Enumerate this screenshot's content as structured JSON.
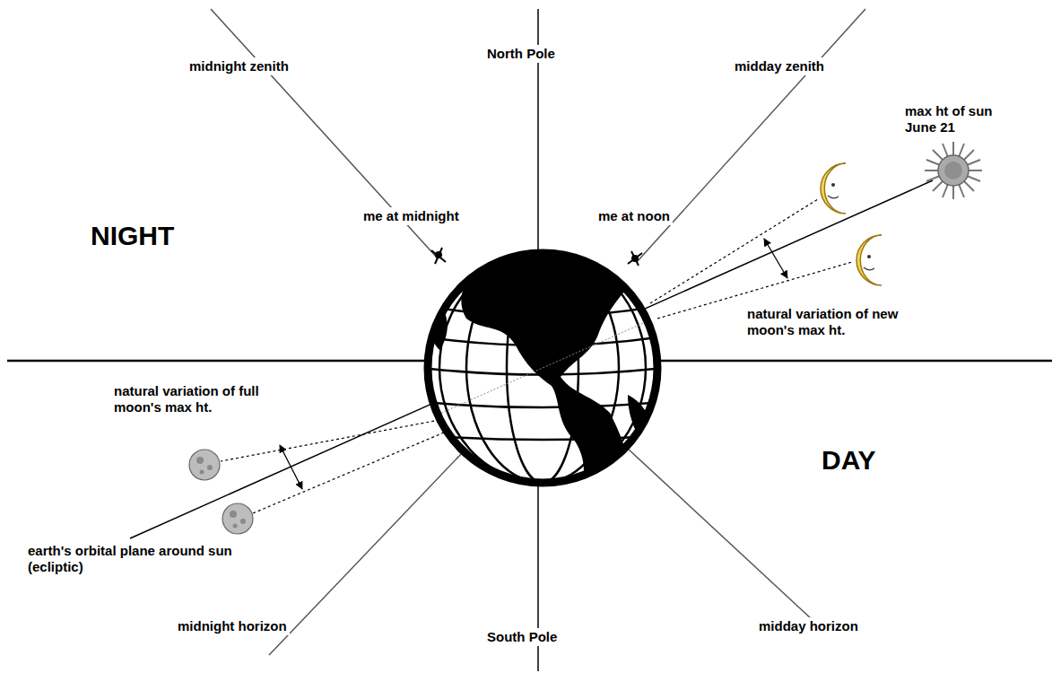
{
  "diagram": {
    "labels": [
      "midnight zenith",
      "North Pole",
      "midday zenith",
      "max ht of sun June 21",
      "NIGHT",
      "me at midnight",
      "me at noon",
      "natural variation of new moon's max ht.",
      "natural variation of full moon's max ht.",
      "DAY",
      "earth's orbital plane around sun (ecliptic)",
      "midnight horizon",
      "South Pole",
      "midday horizon"
    ]
  }
}
